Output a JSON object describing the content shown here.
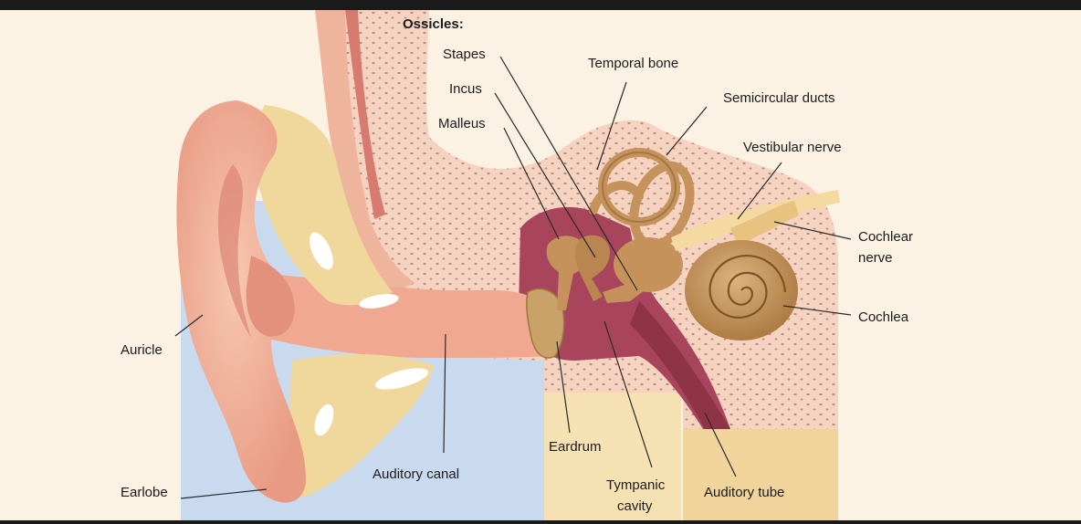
{
  "diagram": {
    "labels": {
      "ossicles": "Ossicles:",
      "stapes": "Stapes",
      "incus": "Incus",
      "malleus": "Malleus",
      "temporal_bone": "Temporal bone",
      "semicircular_ducts": "Semicircular ducts",
      "vestibular_nerve": "Vestibular nerve",
      "cochlear_nerve_line1": "Cochlear",
      "cochlear_nerve_line2": "nerve",
      "cochlea": "Cochlea",
      "auricle": "Auricle",
      "earlobe": "Earlobe",
      "auditory_canal": "Auditory canal",
      "eardrum": "Eardrum",
      "tympanic_cavity_line1": "Tympanic",
      "tympanic_cavity_line2": "cavity",
      "auditory_tube": "Auditory tube"
    },
    "colors": {
      "background": "#fcf2e4",
      "top_band": "#1a1a1a",
      "skin": "#f2b49b",
      "skin_dark": "#dc8574",
      "cartilage": "#f0d79c",
      "bone_pink": "#f6d2c0",
      "bone_dots": "#9a7a68",
      "blue_panel": "#c9d9ee",
      "cavity": "#a8455c",
      "ossicle_gold": "#c4925a",
      "cochlea": "#c99a63",
      "bottom_panel": "#f4dcaa"
    }
  }
}
